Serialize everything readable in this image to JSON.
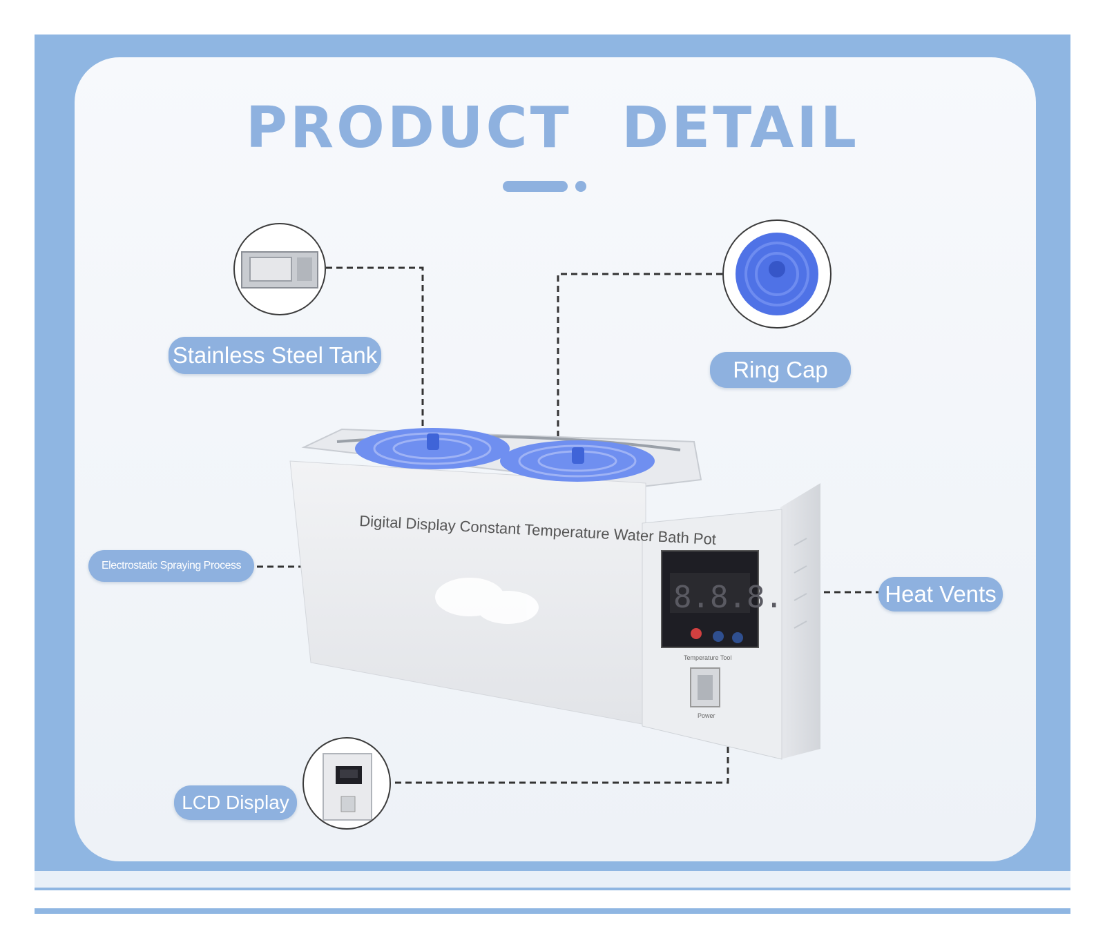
{
  "title": "PRODUCT   DETAIL",
  "labels": {
    "stainless_steel_tank": "Stainless Steel Tank",
    "ring_cap": "Ring Cap",
    "electrostatic_spraying": "Electrostatic Spraying Process",
    "heat_vents": "Heat Vents",
    "lcd_display": "LCD Display"
  },
  "device": {
    "front_text": "Digital Display Constant Temperature Water Bath Pot",
    "display_readout": "8.8.8.",
    "panel_caption": "Temperature Tool",
    "switch_caption": "Power"
  },
  "colors": {
    "accent": "#8eb1df",
    "frame": "#8fb6e2",
    "cap_blue": "#5d7fe8",
    "card_bg": "#f3f6fa"
  }
}
